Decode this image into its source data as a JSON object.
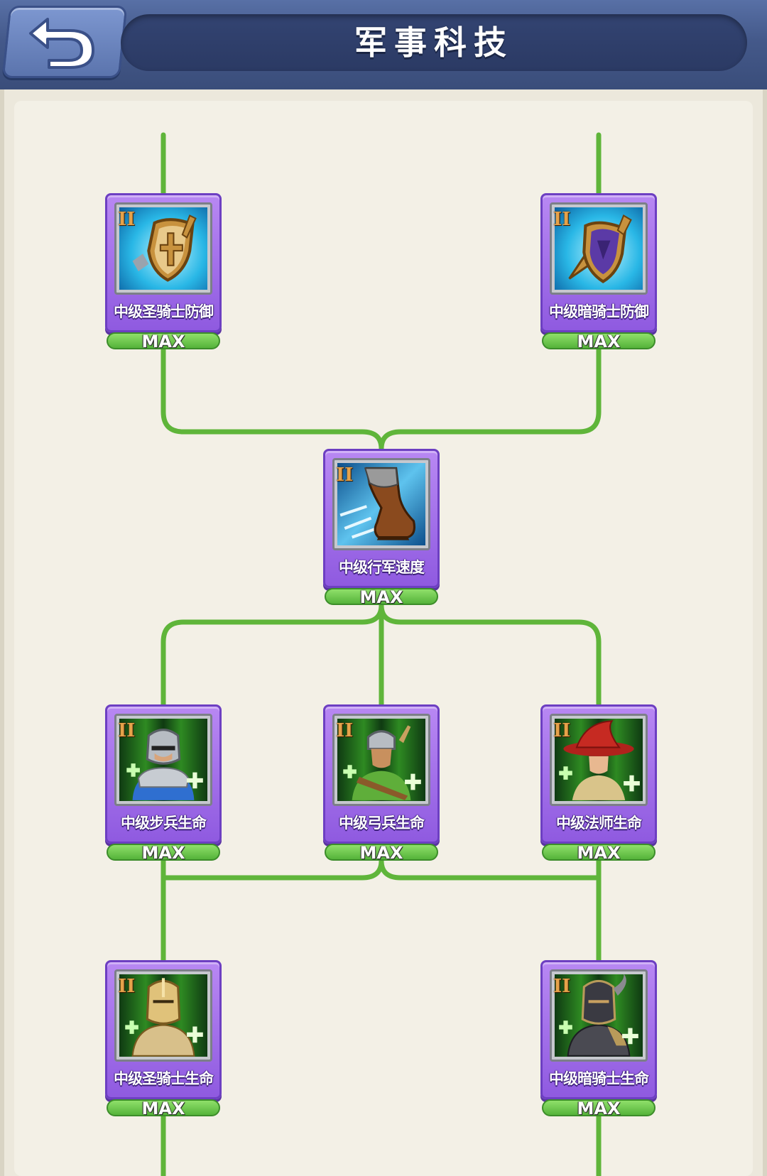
{
  "header": {
    "title": "军事科技",
    "back_icon": "back-arrow-icon"
  },
  "colors": {
    "header": "#44598a",
    "panel": "#f3f0e6",
    "card": "#a070ea",
    "connector": "#5fb53a",
    "level_bar": "#6cc44a"
  },
  "tech_tree": {
    "nodes": [
      {
        "name": "中级圣骑士防御",
        "tier": "II",
        "level": "MAX",
        "icon": "paladin-shield-icon"
      },
      {
        "name": "中级暗骑士防御",
        "tier": "II",
        "level": "MAX",
        "icon": "dark-knight-shield-icon"
      },
      {
        "name": "中级行军速度",
        "tier": "II",
        "level": "MAX",
        "icon": "boot-icon"
      },
      {
        "name": "中级步兵生命",
        "tier": "II",
        "level": "MAX",
        "icon": "infantry-icon"
      },
      {
        "name": "中级弓兵生命",
        "tier": "II",
        "level": "MAX",
        "icon": "archer-icon"
      },
      {
        "name": "中级法师生命",
        "tier": "II",
        "level": "MAX",
        "icon": "mage-icon"
      },
      {
        "name": "中级圣骑士生命",
        "tier": "II",
        "level": "MAX",
        "icon": "paladin-armor-icon"
      },
      {
        "name": "中级暗骑士生命",
        "tier": "II",
        "level": "MAX",
        "icon": "dark-knight-armor-icon"
      }
    ]
  }
}
